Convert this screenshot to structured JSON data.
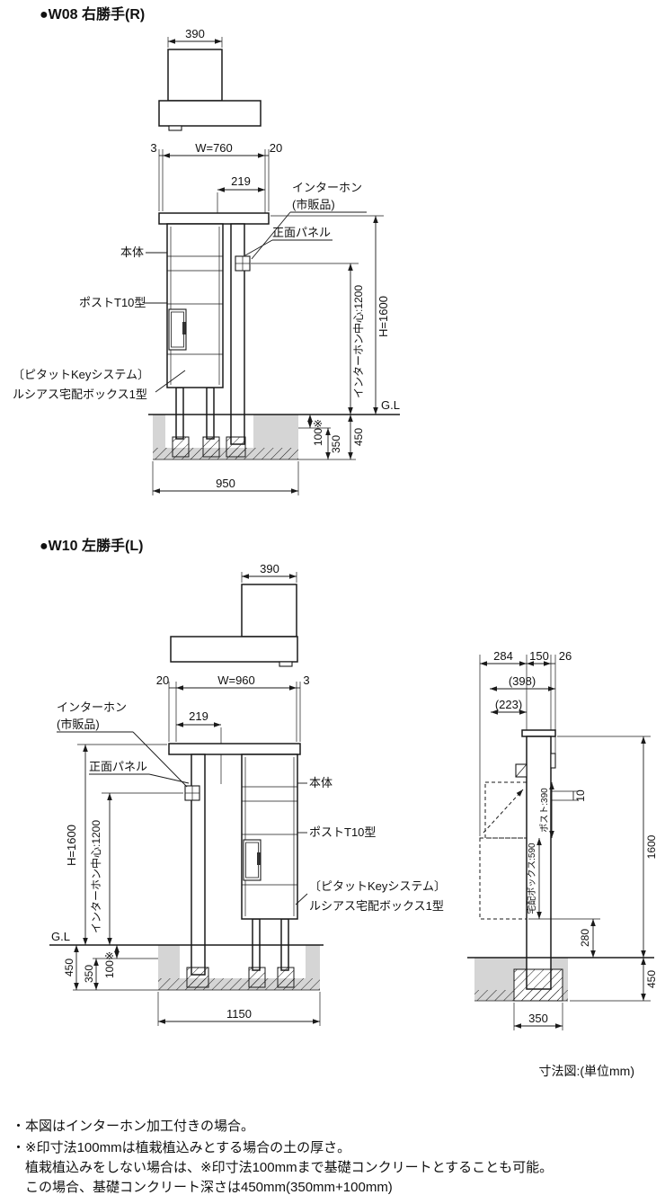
{
  "drawings": {
    "w08": {
      "title": "●W08 右勝手(R)",
      "top_view": {
        "width": "390"
      },
      "dims": {
        "offset_left": "3",
        "width": "W=760",
        "offset_right": "20",
        "intercom_offset": "219",
        "height": "H=1600",
        "intercom_center": "インターホン中心:1200",
        "soil_depth": "100※",
        "foundation_depth": "350",
        "total_depth": "450",
        "base_width": "950"
      },
      "labels": {
        "intercom_line1": "インターホン",
        "intercom_line2": "(市販品)",
        "front_panel": "正面パネル",
        "body": "本体",
        "post": "ポストT10型",
        "system_line1": "〔ピタットKeyシステム〕",
        "system_line2": "ルシアス宅配ボックス1型",
        "ground_level": "G.L"
      }
    },
    "w10": {
      "title": "●W10 左勝手(L)",
      "top_view": {
        "width": "390"
      },
      "dims": {
        "offset_left": "20",
        "width": "W=960",
        "offset_right": "3",
        "intercom_offset": "219",
        "height": "H=1600",
        "intercom_center": "インターホン中心:1200",
        "soil_depth": "100※",
        "foundation_depth": "350",
        "total_depth": "450",
        "base_width": "1150"
      },
      "labels": {
        "intercom_line1": "インターホン",
        "intercom_line2": "(市販品)",
        "front_panel": "正面パネル",
        "body": "本体",
        "post": "ポストT10型",
        "system_line1": "〔ピタットKeyシステム〕",
        "system_line2": "ルシアス宅配ボックス1型",
        "ground_level": "G.L"
      }
    },
    "side": {
      "dims": {
        "d1": "284",
        "d2": "150",
        "d3": "26",
        "d4": "(398)",
        "d5": "(223)",
        "gap": "10",
        "post_height": "ポスト:390",
        "box_height": "宅配ボックス:590",
        "height": "1600",
        "box_to_ground": "280",
        "below_ground": "450",
        "base_depth": "350"
      }
    }
  },
  "footer": {
    "unit_note": "寸法図:(単位mm)"
  },
  "notes": {
    "line1": "・本図はインターホン加工付きの場合。",
    "line2": "・※印寸法100mmは植栽植込みとする場合の土の厚さ。",
    "line3": "植栽植込みをしない場合は、※印寸法100mmまで基礎コンクリートとすることも可能。",
    "line4": "この場合、基礎コンクリート深さは450mm(350mm+100mm)"
  }
}
